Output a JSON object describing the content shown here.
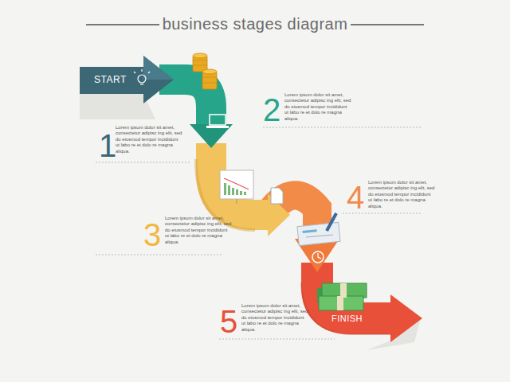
{
  "diagram": {
    "title": "business stages diagram",
    "nodes": [
      {
        "text": [
          "START"
        ]
      },
      {
        "text": [
          "FINISH"
        ]
      }
    ],
    "labels": [
      "1",
      "Lorem ipsum dolor sit amet, consectetur adipisc ing elit, sed do eiusmod tempor incididunt ut labo re et dolo re magna aliqua.",
      "2",
      "Lorem ipsum dolor sit amet, consectetur adipisc ing elit, sed do eiusmod tempor incididunt ut labo re et dolo re magna aliqua.",
      "3",
      "Lorem ipsum dolor sit amet, consectetur adipisc ing elit, sed do eiusmod tempor incididunt ut labo re et dolo re magna aliqua.",
      "4",
      "Lorem ipsum dolor sit amet, consectetur adipisc ing elit, sed do eiusmod tempor incididunt ut labo re et dolo re magna aliqua.",
      "5",
      "Lorem ipsum dolor sit amet, consectetur adipisc ing elit, sed do eiusmod tempor incididunt ut labo re et dolo re magna aliqua."
    ]
  }
}
